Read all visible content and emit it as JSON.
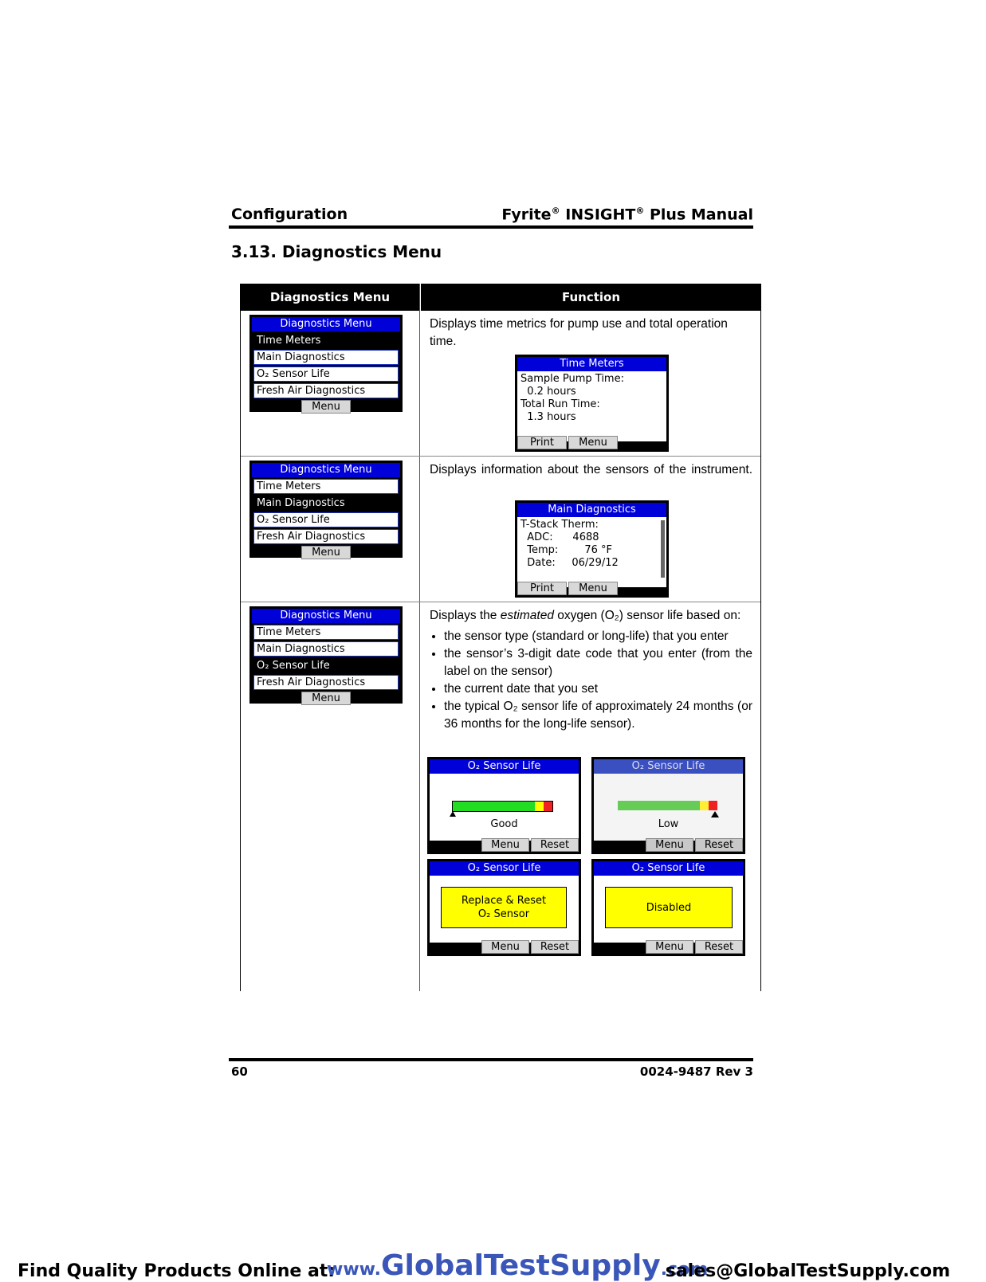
{
  "header": {
    "left": "Configuration",
    "right_parts": [
      "Fyrite",
      "®",
      " INSIGHT",
      "®",
      " Plus Manual"
    ]
  },
  "section_title": "3.13.  Diagnostics Menu",
  "table": {
    "col1": "Diagnostics Menu",
    "col2": "Function"
  },
  "menu": {
    "title": "Diagnostics Menu",
    "items": [
      "Time Meters",
      "Main Diagnostics",
      "O₂ Sensor Life",
      "Fresh Air Diagnostics"
    ],
    "softkey": "Menu"
  },
  "rows": [
    {
      "desc": "Displays time metrics for pump use and total operation time."
    },
    {
      "desc": "Displays information about the sensors of the instrument."
    },
    {
      "desc_pre": "Displays the ",
      "desc_em": "estimated",
      "desc_post": " oxygen (O₂) sensor life based on:",
      "bullets": [
        "the sensor type (standard or long-life) that you enter",
        "the sensor’s 3-digit date code that you enter (from the label on the sensor)",
        "the current date that you set",
        "the typical O₂ sensor life of approximately 24 months (or 36 months for the long-life sensor)."
      ]
    }
  ],
  "time_meters": {
    "title": "Time Meters",
    "line1": "Sample Pump Time:",
    "line2": "  0.2 hours",
    "line3": "Total Run Time:",
    "line4": "  1.3 hours",
    "key1": "Print",
    "key2": "Menu"
  },
  "main_diag": {
    "title": "Main Diagnostics",
    "line1": "T-Stack Therm:",
    "line2": "  ADC:      4688",
    "line3": "  Temp:        76 °F",
    "line4": "  Date:     06/29/12",
    "key1": "Print",
    "key2": "Menu"
  },
  "o2_screens": {
    "title": "O₂ Sensor Life",
    "good": "Good",
    "low": "Low",
    "replace_line1": "Replace & Reset",
    "replace_line2": "O₂ Sensor",
    "disabled": "Disabled",
    "key_menu": "Menu",
    "key_reset": "Reset"
  },
  "footer": {
    "page": "60",
    "doc": "0024-9487 Rev 3",
    "find": "Find Quality Products Online at:",
    "url_www": "www.",
    "url_main": "GlobalTestSupply",
    "url_com": ".com",
    "email": "sales@GlobalTestSupply.com"
  },
  "colors": {
    "title_bar": "#0000d8",
    "bar_green": "#22dd22",
    "bar_yellow": "#ffff00",
    "bar_red": "#ee2222",
    "warning_box": "#ffff00",
    "promo_blue": "#3a56b8"
  }
}
